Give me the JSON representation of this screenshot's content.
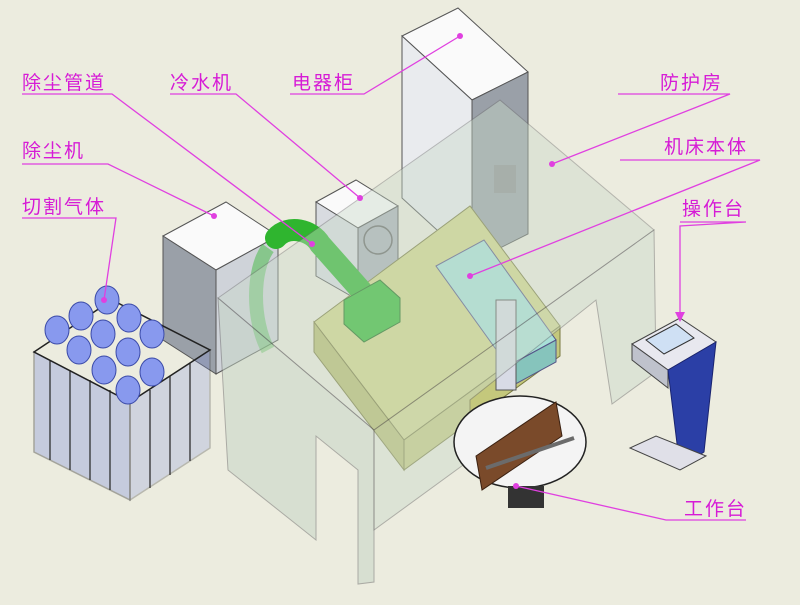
{
  "labels": {
    "dust_pipe": "除尘管道",
    "chiller": "冷水机",
    "electric_cabinet": "电器柜",
    "protective_room": "防护房",
    "dust_collector": "除尘机",
    "machine_body": "机床本体",
    "cutting_gas": "切割气体",
    "console": "操作台",
    "worktable": "工作台"
  },
  "colors": {
    "background": "#ececdf",
    "label": "#d61bd6",
    "leader": "#e040e0",
    "enclosure_fill": "#c9d9c9",
    "enclosure_edge": "#6b6b6b",
    "machine_bed": "#d2d68a",
    "gantry": "#a8e0d8",
    "duct": "#2fb52f",
    "cabinet_front": "#f7f7f7",
    "cabinet_side": "#9aa0a8",
    "gas_cylinder": "#8899ee",
    "console_body": "#2b3fa6",
    "console_screen": "#cfe0f4"
  }
}
